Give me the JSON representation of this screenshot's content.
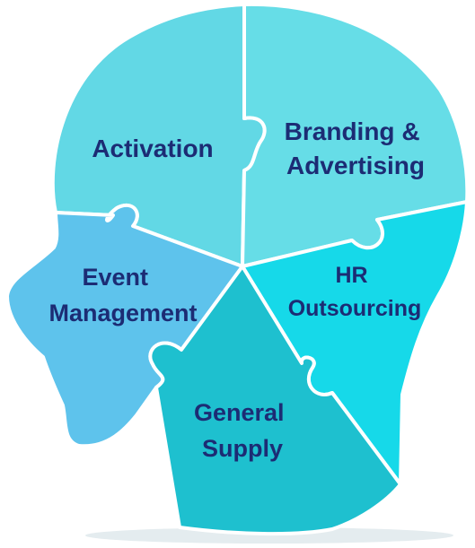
{
  "colors": {
    "activation": "#62d8e5",
    "branding": "#66dde7",
    "event": "#5ec3ec",
    "hr": "#16d9e9",
    "supply": "#1ec0cf",
    "shadow": "#e4ecef",
    "text": "#1c2c74"
  },
  "pieces": {
    "activation": {
      "label_lines": [
        "Activation"
      ]
    },
    "branding": {
      "label_lines": [
        "Branding &",
        "Advertising"
      ]
    },
    "event": {
      "label_lines": [
        "Event",
        "Management"
      ]
    },
    "hr": {
      "label_lines": [
        "HR",
        "Outsourcing"
      ]
    },
    "supply": {
      "label_lines": [
        "General",
        "Supply"
      ]
    }
  }
}
